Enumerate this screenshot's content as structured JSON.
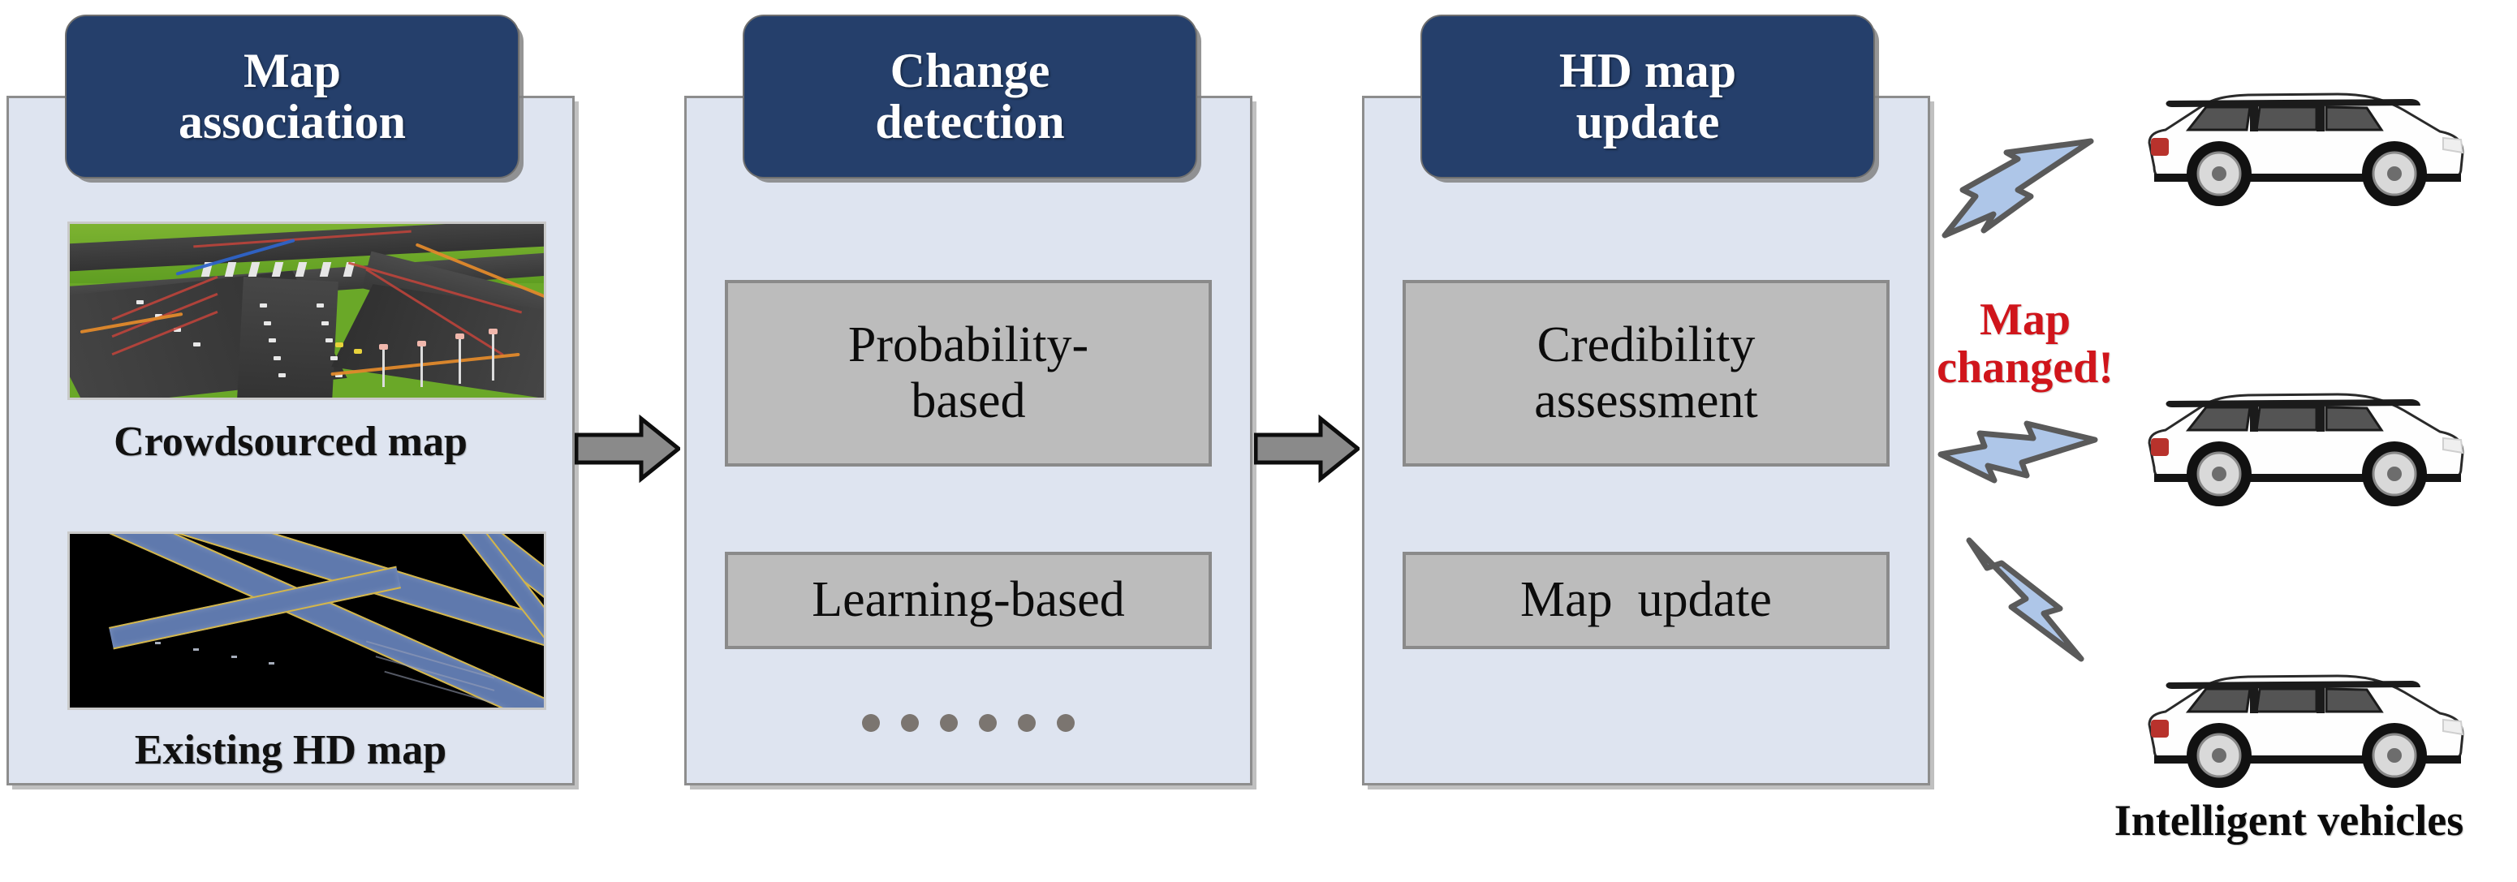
{
  "diagram": {
    "title": "HD map update pipeline",
    "colors": {
      "badge_bg": "#253f6b",
      "badge_text": "#ffffff",
      "panel_bg": "#dee4f0",
      "panel_border": "#8d8d8d",
      "gray_box_bg": "#bcbcbc",
      "gray_box_border": "#8a8a8a",
      "alert_red": "#d0151b",
      "bolt_fill": "#aec6e8",
      "bolt_stroke": "#5a5a5a",
      "arrow_fill": "#8a8a8a",
      "arrow_stroke": "#0d0d0d",
      "dot_gray": "#7b7570"
    }
  },
  "stages": [
    {
      "id": "map-association",
      "badge_line1": "Map",
      "badge_line2": "association",
      "thumbnails": [
        {
          "icon": "crowdsourced-map-thumbnail",
          "caption": "Crowdsourced map"
        },
        {
          "icon": "existing-hd-map-thumbnail",
          "caption": "Existing HD map"
        }
      ]
    },
    {
      "id": "change-detection",
      "badge_line1": "Change",
      "badge_line2": "detection",
      "methods": [
        {
          "label": "Probability-\nbased"
        },
        {
          "label": "Learning-based"
        }
      ],
      "ellipsis_dots": 6
    },
    {
      "id": "hd-map-update",
      "badge_line1": "HD map",
      "badge_line2": "update",
      "methods": [
        {
          "label": "Credibility\nassessment"
        },
        {
          "label": "Map  update"
        }
      ]
    }
  ],
  "arrows": [
    {
      "id": "arrow-association-to-detection",
      "icon": "block-arrow-right-icon"
    },
    {
      "id": "arrow-detection-to-update",
      "icon": "block-arrow-right-icon"
    }
  ],
  "broadcast": {
    "alert_line1": "Map",
    "alert_line2": "changed!",
    "bolts": [
      {
        "id": "bolt-top",
        "icon": "lightning-bolt-icon"
      },
      {
        "id": "bolt-middle",
        "icon": "lightning-bolt-icon"
      },
      {
        "id": "bolt-bottom",
        "icon": "lightning-bolt-icon"
      }
    ],
    "vehicles": [
      {
        "id": "vehicle-1",
        "icon": "white-suv-icon"
      },
      {
        "id": "vehicle-2",
        "icon": "white-suv-icon"
      },
      {
        "id": "vehicle-3",
        "icon": "white-suv-icon"
      }
    ],
    "vehicles_label": "Intelligent vehicles"
  }
}
